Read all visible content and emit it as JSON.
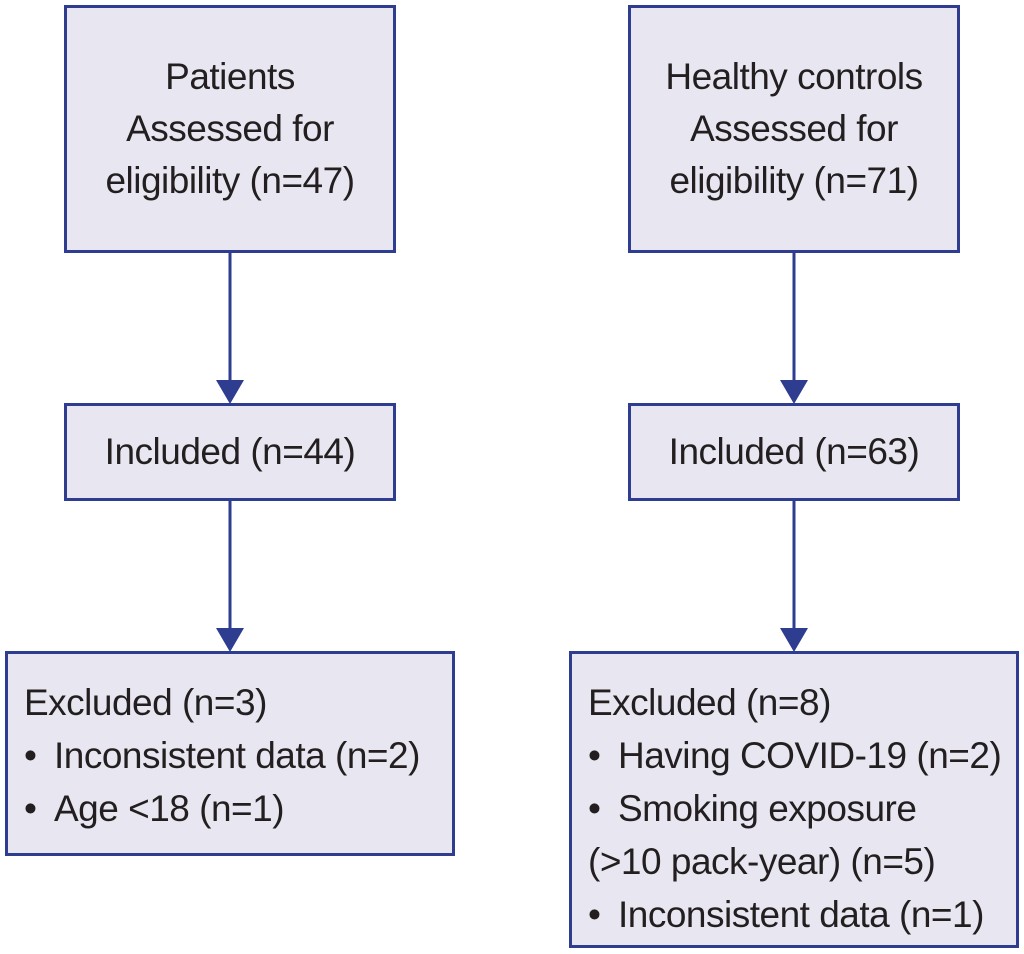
{
  "patients": {
    "assessed": [
      "Patients",
      "Assessed for",
      "eligibility (n=47)"
    ],
    "included": "Included (n=44)",
    "excluded": {
      "title": "Excluded (n=3)",
      "bullet": "•",
      "reasons": [
        "Inconsistent data (n=2)",
        "Age <18  (n=1)"
      ]
    }
  },
  "controls": {
    "assessed": [
      "Healthy controls",
      "Assessed for",
      "eligibility (n=71)"
    ],
    "included": "Included (n=63)",
    "excluded": {
      "title": "Excluded (n=8)",
      "bullet": "•",
      "reasons_line1": "Having COVID-19 (n=2)",
      "reasons_line2": "Smoking exposure",
      "reasons_line3": "(>10 pack-year) (n=5)",
      "reasons_line4": "Inconsistent data (n=1)"
    }
  },
  "colors": {
    "box_fill": "#e8e6f0",
    "box_border": "#2e3d8f",
    "arrow": "#2e3d8f",
    "text": "#231f20"
  }
}
